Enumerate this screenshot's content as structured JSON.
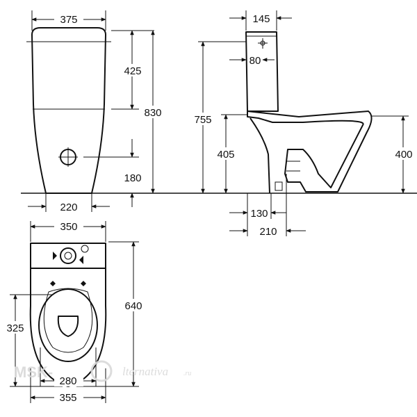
{
  "front_view": {
    "width_top": "375",
    "tank_height": "425",
    "total_height": "830",
    "inlet_height": "180",
    "base_width": "220"
  },
  "side_view": {
    "tank_depth": "145",
    "inlet_offset": "80",
    "tank_height": "755",
    "seat_height_rear": "405",
    "seat_height": "400",
    "outlet_offset": "130",
    "outlet_depth": "210"
  },
  "top_view": {
    "tank_width": "350",
    "length": "640",
    "seat_depth": "325",
    "bowl_inner_width": "280",
    "bowl_width": "355"
  },
  "watermark": {
    "brand_left": "MSK-",
    "brand_right": "lternativa",
    "tld": ".ru"
  }
}
